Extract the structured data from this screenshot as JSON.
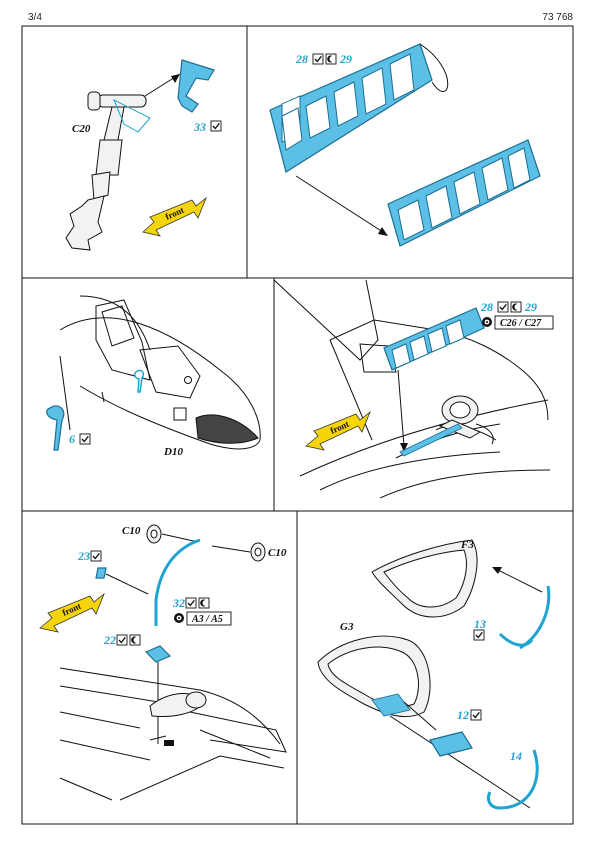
{
  "header": {
    "page": "3/4",
    "code": "73 768"
  },
  "icons": {
    "check": "check-icon",
    "half_moon": "half-moon-icon",
    "paint": "paint-icon",
    "arrow_front": "front-arrow-icon"
  },
  "colors": {
    "photo_etch": "#5cc0e6",
    "photo_etch_dark": "#1a6f94",
    "callout": "#1fa3d1",
    "arrow_yellow": "#f5d50a"
  },
  "panels": {
    "p1": {
      "part_label": "C20",
      "pe_number": "33",
      "front": "front"
    },
    "p2": {
      "pe_a": "28",
      "pe_b": "29"
    },
    "p3": {
      "pe_number": "6",
      "part_label": "D10"
    },
    "p4": {
      "pe_a": "28",
      "pe_b": "29",
      "paint_ref": "C26 / C27",
      "front": "front"
    },
    "p5": {
      "part_a": "C10",
      "part_b": "C10",
      "pe_23": "23",
      "pe_32": "32",
      "paint_ref": "A3 / A5",
      "pe_22": "22",
      "front": "front"
    },
    "p6": {
      "part_f": "F3",
      "part_g": "G3",
      "pe_13": "13",
      "pe_12": "12",
      "pe_14": "14"
    }
  }
}
